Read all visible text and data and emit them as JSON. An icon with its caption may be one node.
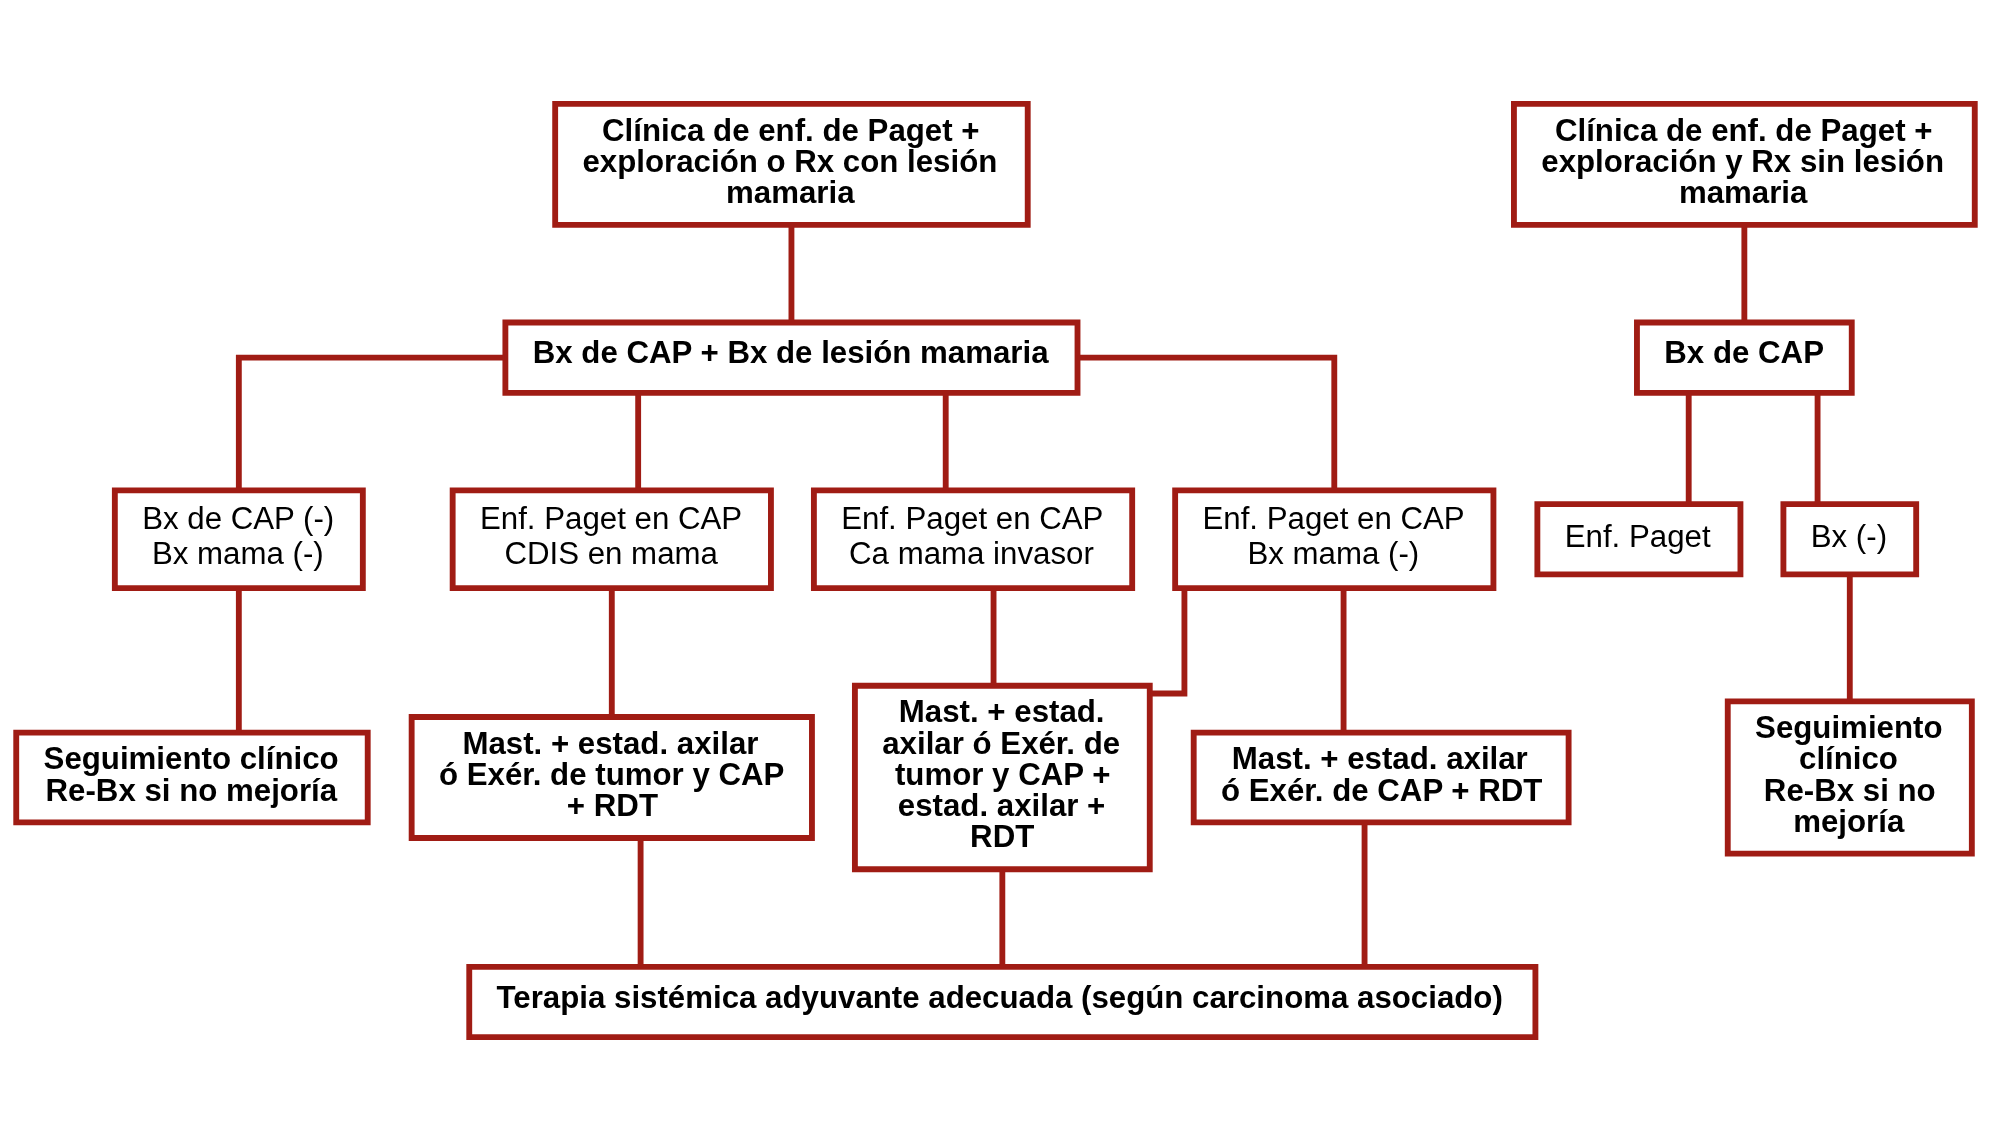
{
  "diagram": {
    "nodes": [
      {
        "text": [
          "Clínica de enf. de Paget + exploración o Rx con lesión mamaria"
        ]
      },
      {
        "text": [
          "Clínica de enf. de Paget + exploración y Rx sin lesión mamaria"
        ]
      },
      {
        "text": [
          "Bx de CAP + Bx de lesión mamaria"
        ]
      },
      {
        "text": [
          "Bx de CAP"
        ]
      },
      {
        "text": [
          "Bx de CAP (-) Bx mama (-)"
        ]
      },
      {
        "text": [
          "Enf. Paget en CAP CDIS en mama"
        ]
      },
      {
        "text": [
          "Enf. Paget en CAP Ca mama invasor"
        ]
      },
      {
        "text": [
          "Enf. Paget en CAP Bx mama (-)"
        ]
      },
      {
        "text": [
          "Enf. Paget"
        ]
      },
      {
        "text": [
          "Bx (-)"
        ]
      },
      {
        "text": [
          "Seguimiento clínico",
          "Re-Bx si no mejoría"
        ]
      },
      {
        "text": [
          "Mast. + estad. axilar ó Exér. de tumor y CAP + RDT"
        ]
      },
      {
        "text": [
          "Mast. + estad. axilar ó Exér. de tumor y CAP + estad. axilar + RDT"
        ]
      },
      {
        "text": [
          "Mast. + estad. axilar ó Exér. de CAP + RDT"
        ]
      },
      {
        "text": [
          "Seguimiento clínico",
          "Re-Bx si no mejoría"
        ]
      },
      {
        "text": [
          "Terapia sistémica adyuvante adecuada (según carcinoma asociado)"
        ]
      }
    ],
    "edges": [
      {
        "from": 0,
        "to": 2,
        "arrow": "none"
      },
      {
        "from": 1,
        "to": 3,
        "arrow": "none"
      },
      {
        "from": 2,
        "to": 4,
        "arrow": "none"
      },
      {
        "from": 2,
        "to": 5,
        "arrow": "none"
      },
      {
        "from": 2,
        "to": 6,
        "arrow": "none"
      },
      {
        "from": 2,
        "to": 7,
        "arrow": "none"
      },
      {
        "from": 3,
        "to": 8,
        "arrow": "none"
      },
      {
        "from": 3,
        "to": 9,
        "arrow": "none"
      },
      {
        "from": 4,
        "to": 10,
        "arrow": "none"
      },
      {
        "from": 5,
        "to": 11,
        "arrow": "none"
      },
      {
        "from": 6,
        "to": 12,
        "arrow": "none"
      },
      {
        "from": 7,
        "to": 12,
        "arrow": "none"
      },
      {
        "from": 7,
        "to": 13,
        "arrow": "none"
      },
      {
        "from": 9,
        "to": 14,
        "arrow": "none"
      },
      {
        "from": 11,
        "to": 15,
        "arrow": "none"
      },
      {
        "from": 12,
        "to": 15,
        "arrow": "none"
      },
      {
        "from": 13,
        "to": 15,
        "arrow": "none"
      }
    ]
  }
}
